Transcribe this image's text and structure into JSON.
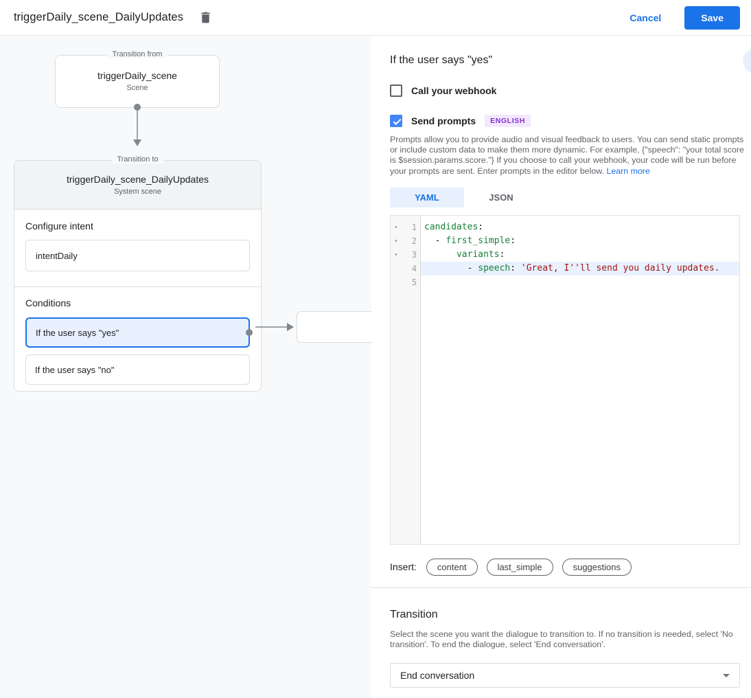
{
  "header": {
    "title": "triggerDaily_scene_DailyUpdates",
    "cancel_label": "Cancel",
    "save_label": "Save"
  },
  "diagram": {
    "from_box": {
      "legend": "Transition from",
      "title": "triggerDaily_scene",
      "subtitle": "Scene"
    },
    "to_box": {
      "legend": "Transition to",
      "title": "triggerDaily_scene_DailyUpdates",
      "subtitle": "System scene",
      "intent_label": "Configure intent",
      "intent_value": "intentDaily",
      "conditions_label": "Conditions",
      "conditions": [
        {
          "label": "If the user says \"yes\"",
          "selected": true
        },
        {
          "label": "If the user says \"no\"",
          "selected": false
        }
      ]
    }
  },
  "panel": {
    "title": "If the user says \"yes\"",
    "webhook_checkbox": {
      "label": "Call your webhook",
      "checked": false
    },
    "prompts_checkbox": {
      "label": "Send prompts",
      "checked": true,
      "badge": "ENGLISH"
    },
    "description": "Prompts allow you to provide audio and visual feedback to users. You can send static prompts or include custom data to make them more dynamic. For example, {\"speech\": \"your total score is $session.params.score.\"} If you choose to call your webhook, your code will be run before your prompts are sent. Enter prompts in the editor below. ",
    "learn_more": "Learn more",
    "tabs": [
      {
        "label": "YAML",
        "active": true
      },
      {
        "label": "JSON",
        "active": false
      }
    ],
    "editor": {
      "fold_marker": "▾",
      "line_numbers": [
        "1",
        "2",
        "3",
        "4",
        "5"
      ],
      "lines": [
        {
          "segments": [
            {
              "t": "candidates",
              "c": "key"
            },
            {
              "t": ":",
              "c": "plain"
            }
          ]
        },
        {
          "segments": [
            {
              "t": "  - ",
              "c": "plain"
            },
            {
              "t": "first_simple",
              "c": "key"
            },
            {
              "t": ":",
              "c": "plain"
            }
          ]
        },
        {
          "segments": [
            {
              "t": "      ",
              "c": "plain"
            },
            {
              "t": "variants",
              "c": "key"
            },
            {
              "t": ":",
              "c": "plain"
            }
          ]
        },
        {
          "segments": [
            {
              "t": "        - ",
              "c": "plain"
            },
            {
              "t": "speech",
              "c": "key"
            },
            {
              "t": ": ",
              "c": "plain"
            },
            {
              "t": "'Great, I''ll send you daily updates.",
              "c": "str"
            }
          ]
        },
        {
          "segments": []
        }
      ],
      "highlighted_line": 4
    },
    "insert": {
      "label": "Insert:",
      "pills": [
        "content",
        "last_simple",
        "suggestions"
      ]
    },
    "transition": {
      "heading": "Transition",
      "description": "Select the scene you want the dialogue to transition to. If no transition is needed, select 'No transition'. To end the dialogue, select 'End conversation'.",
      "select_value": "End conversation"
    }
  },
  "colors": {
    "accent_blue": "#1a73e8",
    "checkbox_blue": "#4285f4",
    "selected_condition_bg": "#e8f0fe",
    "badge_bg": "#f3e8fd",
    "badge_text": "#8430ce",
    "yaml_key": "#188038",
    "yaml_string": "#a31515",
    "line_highlight": "#e8f1fd",
    "canvas_bg": "#f8f9fa"
  }
}
